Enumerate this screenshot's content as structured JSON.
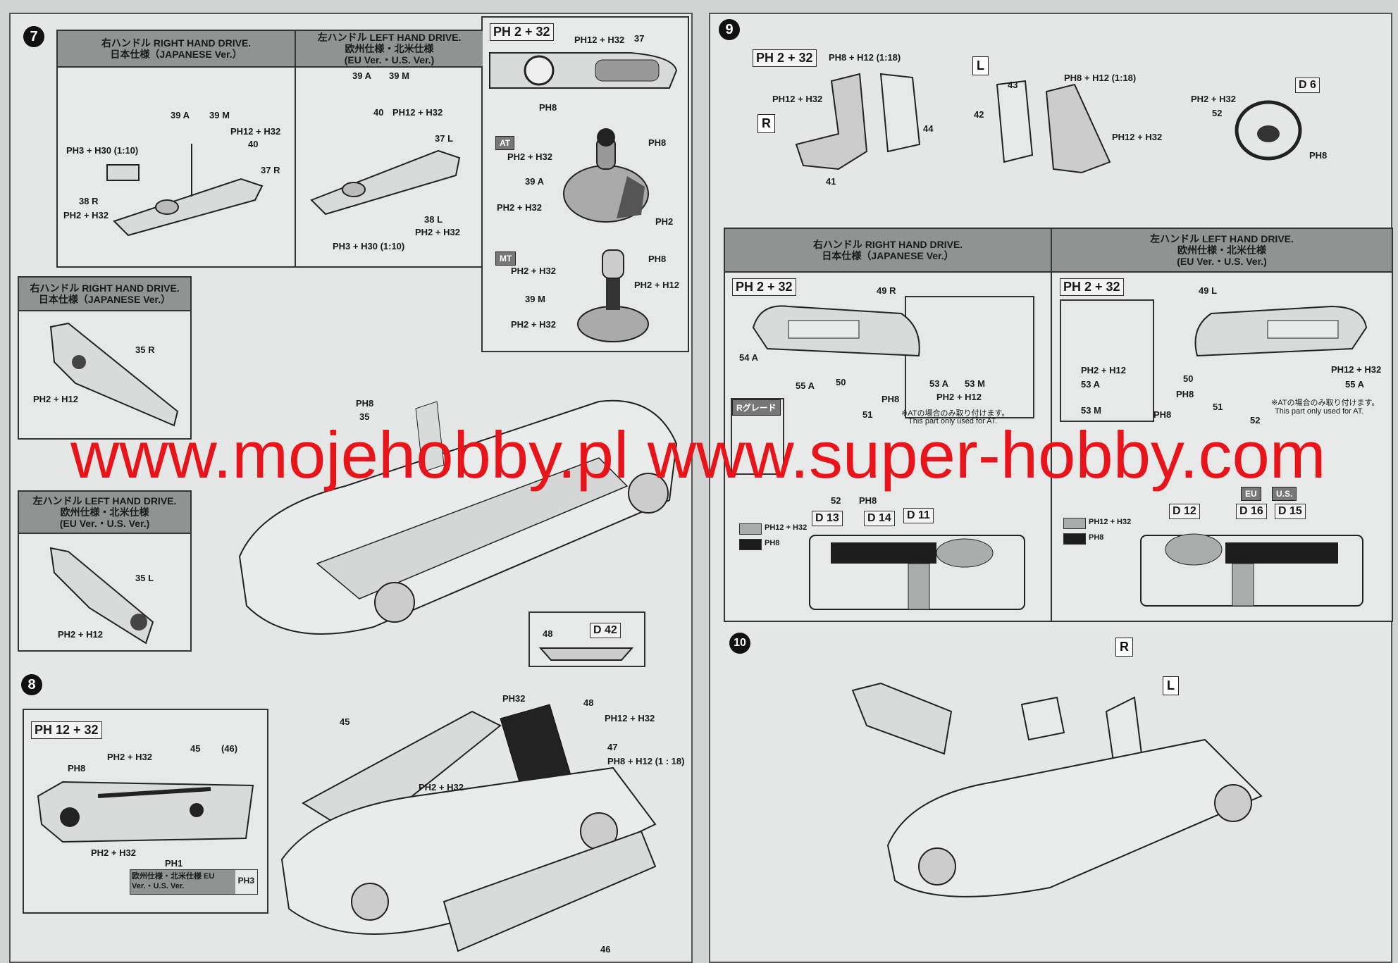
{
  "left_page": {
    "step7": {
      "number": "7",
      "rhd_header": {
        "line1": "右ハンドル RIGHT HAND DRIVE.",
        "line2": "日本仕様（JAPANESE Ver.）"
      },
      "lhd_header": {
        "line1": "左ハンドル LEFT HAND DRIVE.",
        "line2": "欧州仕様・北米仕様",
        "line3": "(EU Ver.・U.S. Ver.)"
      },
      "rhd_labels": [
        "39 A",
        "39 M",
        "PH12 + H32",
        "40",
        "PH3 + H30 (1:10)",
        "37 R",
        "38 R",
        "PH2 + H32"
      ],
      "lhd_labels": [
        "39 A",
        "39 M",
        "40",
        "PH12 + H32",
        "37 L",
        "38 L",
        "PH2 + H32",
        "PH3 + H30 (1:10)"
      ],
      "shift_panel": {
        "paint": "PH 2 + 32",
        "labels_top": [
          "PH12 + H32",
          "37",
          "PH8"
        ],
        "at_tag": "AT",
        "at_labels": [
          "PH8",
          "PH2 + H32",
          "39 A",
          "PH2 + H32",
          "PH2"
        ],
        "mt_tag": "MT",
        "mt_labels": [
          "PH8",
          "PH2 + H32",
          "PH2 + H12",
          "39 M",
          "PH2 + H32"
        ]
      },
      "rhd_small": {
        "line1": "右ハンドル RIGHT HAND DRIVE.",
        "line2": "日本仕様（JAPANESE Ver.）",
        "labels": [
          "35 R",
          "PH2 + H12"
        ]
      },
      "lhd_small": {
        "line1": "左ハンドル LEFT HAND DRIVE.",
        "line2": "欧州仕様・北米仕様",
        "line3": "(EU Ver.・U.S. Ver.)",
        "labels": [
          "35 L",
          "PH2 + H12"
        ]
      },
      "car_labels": [
        "PH8",
        "35"
      ]
    },
    "step8": {
      "number": "8",
      "door_box": {
        "paint": "PH 12 + 32",
        "labels": [
          "45",
          "(46)",
          "PH2 + H32",
          "PH8",
          "PH2 + H32",
          "PH1"
        ],
        "eu_note": "欧州仕様・北米仕様 EU Ver.・U.S. Ver.",
        "eu_paint": "PH3"
      },
      "decal_box": {
        "part": "48",
        "decal": "D 42"
      },
      "labels": [
        "45",
        "PH32",
        "48",
        "PH12 + H32",
        "47",
        "PH8 + H12 (1 : 18)",
        "PH2 + H32",
        "46"
      ]
    }
  },
  "right_page": {
    "step9": {
      "number": "9",
      "paint": "PH 2 + 32",
      "seat_r": {
        "tag": "R",
        "labels": [
          "PH8 + H12 (1:18)",
          "PH12 + H32",
          "44",
          "41"
        ]
      },
      "seat_l": {
        "tag": "L",
        "labels": [
          "PH8 + H12 (1:18)",
          "43",
          "42",
          "PH12 + H32"
        ]
      },
      "wheel": {
        "labels": [
          "PH2 + H32",
          "52",
          "D 6",
          "PH8"
        ]
      },
      "rhd_header": {
        "line1": "右ハンドル RIGHT HAND DRIVE.",
        "line2": "日本仕様（JAPANESE Ver.）"
      },
      "lhd_header": {
        "line1": "左ハンドル LEFT HAND DRIVE.",
        "line2": "欧州仕様・北米仕様",
        "line3": "(EU Ver.・U.S. Ver.)"
      },
      "rhd_labels": [
        "49 R",
        "54 A",
        "55 A",
        "50",
        "53 A",
        "53 M",
        "PH2 + H12",
        "PH8",
        "51",
        "52",
        "PH8"
      ],
      "rhd_paint": "PH 2 + 32",
      "r_grade": "Rグレード",
      "at_note_jp": "※ATの場合のみ取り付けます。",
      "at_note_en": "This part only used for AT.",
      "rhd_decals": [
        "D 13",
        "D 14",
        "D 11"
      ],
      "lhd_paint": "PH 2 + 32",
      "lhd_labels": [
        "49 L",
        "PH2 + H12",
        "53 A",
        "53 M",
        "PH8",
        "50",
        "51",
        "PH12 + H32",
        "55 A",
        "52",
        "PH8"
      ],
      "lhd_decals": [
        "D 12",
        "D 16",
        "D 15"
      ],
      "eu_tag": "EU",
      "us_tag": "U.S.",
      "legend": [
        {
          "label": "PH12 + H32",
          "color": "#a9adab"
        },
        {
          "label": "PH8",
          "color": "#1d1d1d"
        }
      ]
    },
    "step10": {
      "number": "10",
      "tag_r": "R",
      "tag_l": "L"
    }
  },
  "watermark": "www.mojehobby.pl www.super-hobby.com"
}
